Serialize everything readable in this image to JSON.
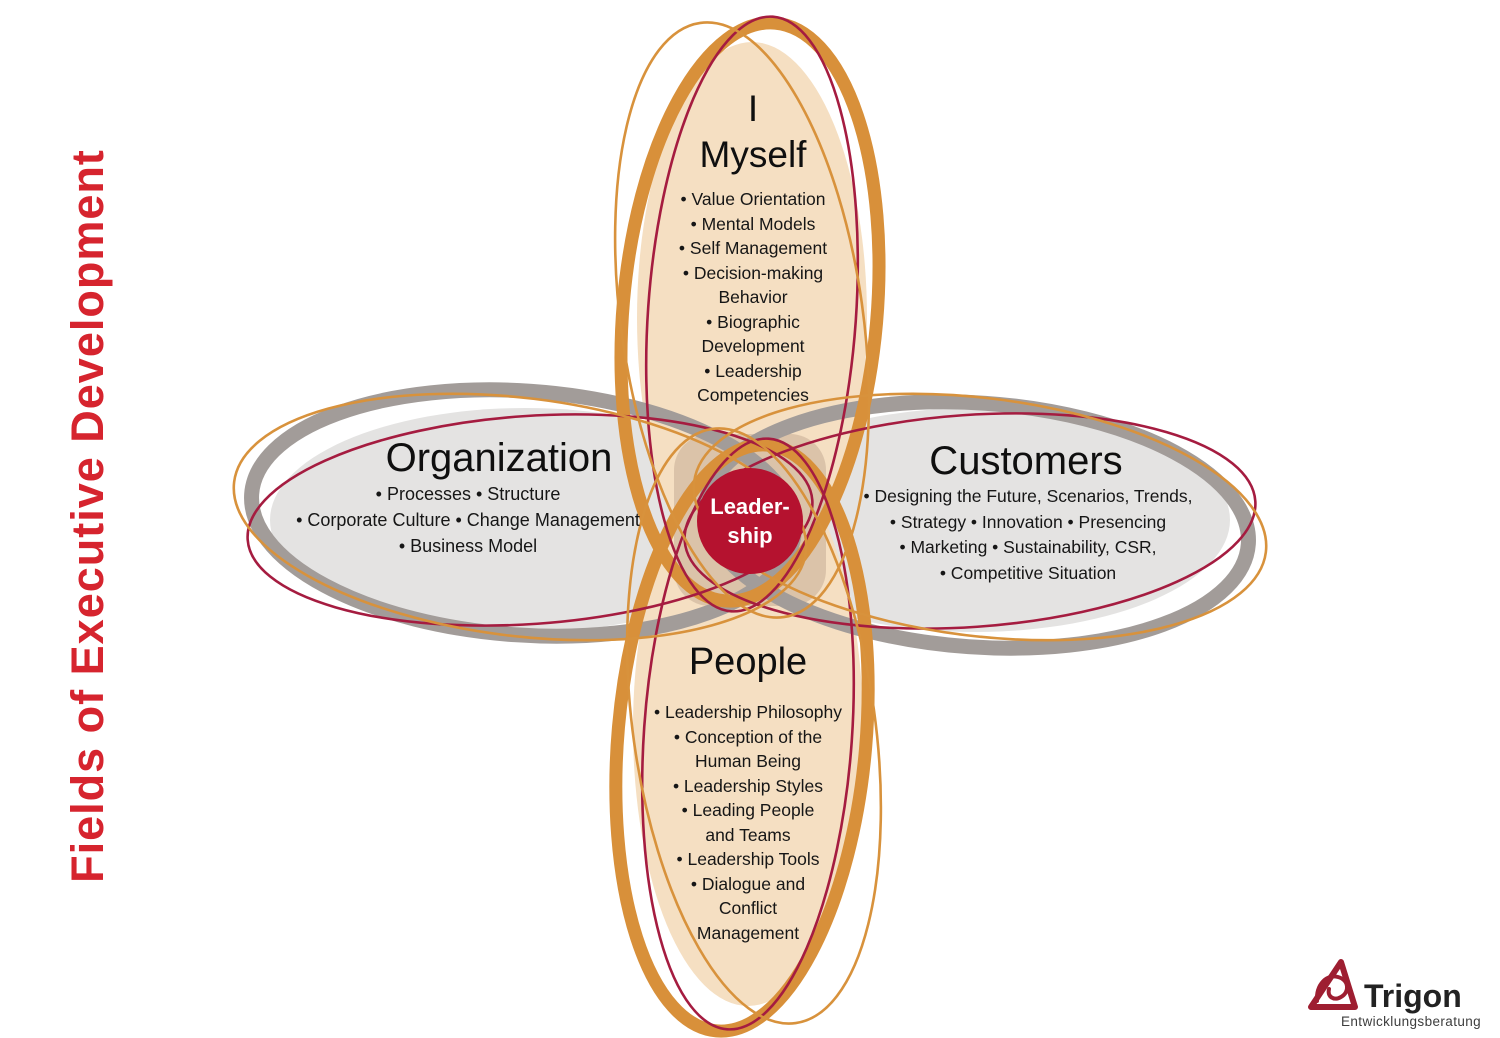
{
  "title": "Fields of Executive Development",
  "center": {
    "label": "Leader-\nship"
  },
  "petals": {
    "myself": {
      "heading": "I\nMyself",
      "items": [
        "• Value Orientation",
        "• Mental Models",
        "• Self Management",
        "• Decision-making\nBehavior",
        "• Biographic\nDevelopment",
        "• Leadership\nCompetencies"
      ]
    },
    "organization": {
      "heading": "Organization",
      "items": [
        "• Processes • Structure",
        "• Corporate Culture • Change Management",
        "• Business Model"
      ]
    },
    "customers": {
      "heading": "Customers",
      "items": [
        "• Designing the Future, Scenarios, Trends,",
        "• Strategy • Innovation • Presencing",
        "• Marketing • Sustainability, CSR,",
        "• Competitive Situation"
      ]
    },
    "people": {
      "heading": "People",
      "items": [
        "• Leadership Philosophy",
        "• Conception of the\nHuman Being",
        "• Leadership Styles",
        "• Leading People\nand Teams",
        "• Leadership Tools",
        "• Dialogue and\nConflict\nManagement"
      ]
    }
  },
  "logo": {
    "name": "Trigon",
    "subtitle": "Entwicklungsberatung"
  },
  "colors": {
    "title_red": "#d6242e",
    "petal_peach": "#f5dfc2",
    "petal_gray": "#e4e3e2",
    "overlap_tan": "#dbc3a9",
    "ring_orange": "#d8903a",
    "ring_gray": "#a29c99",
    "outline_red": "#a51c40",
    "outline_orange": "#d8923c",
    "center_red": "#b5122f",
    "logo_red": "#9e1e31"
  }
}
